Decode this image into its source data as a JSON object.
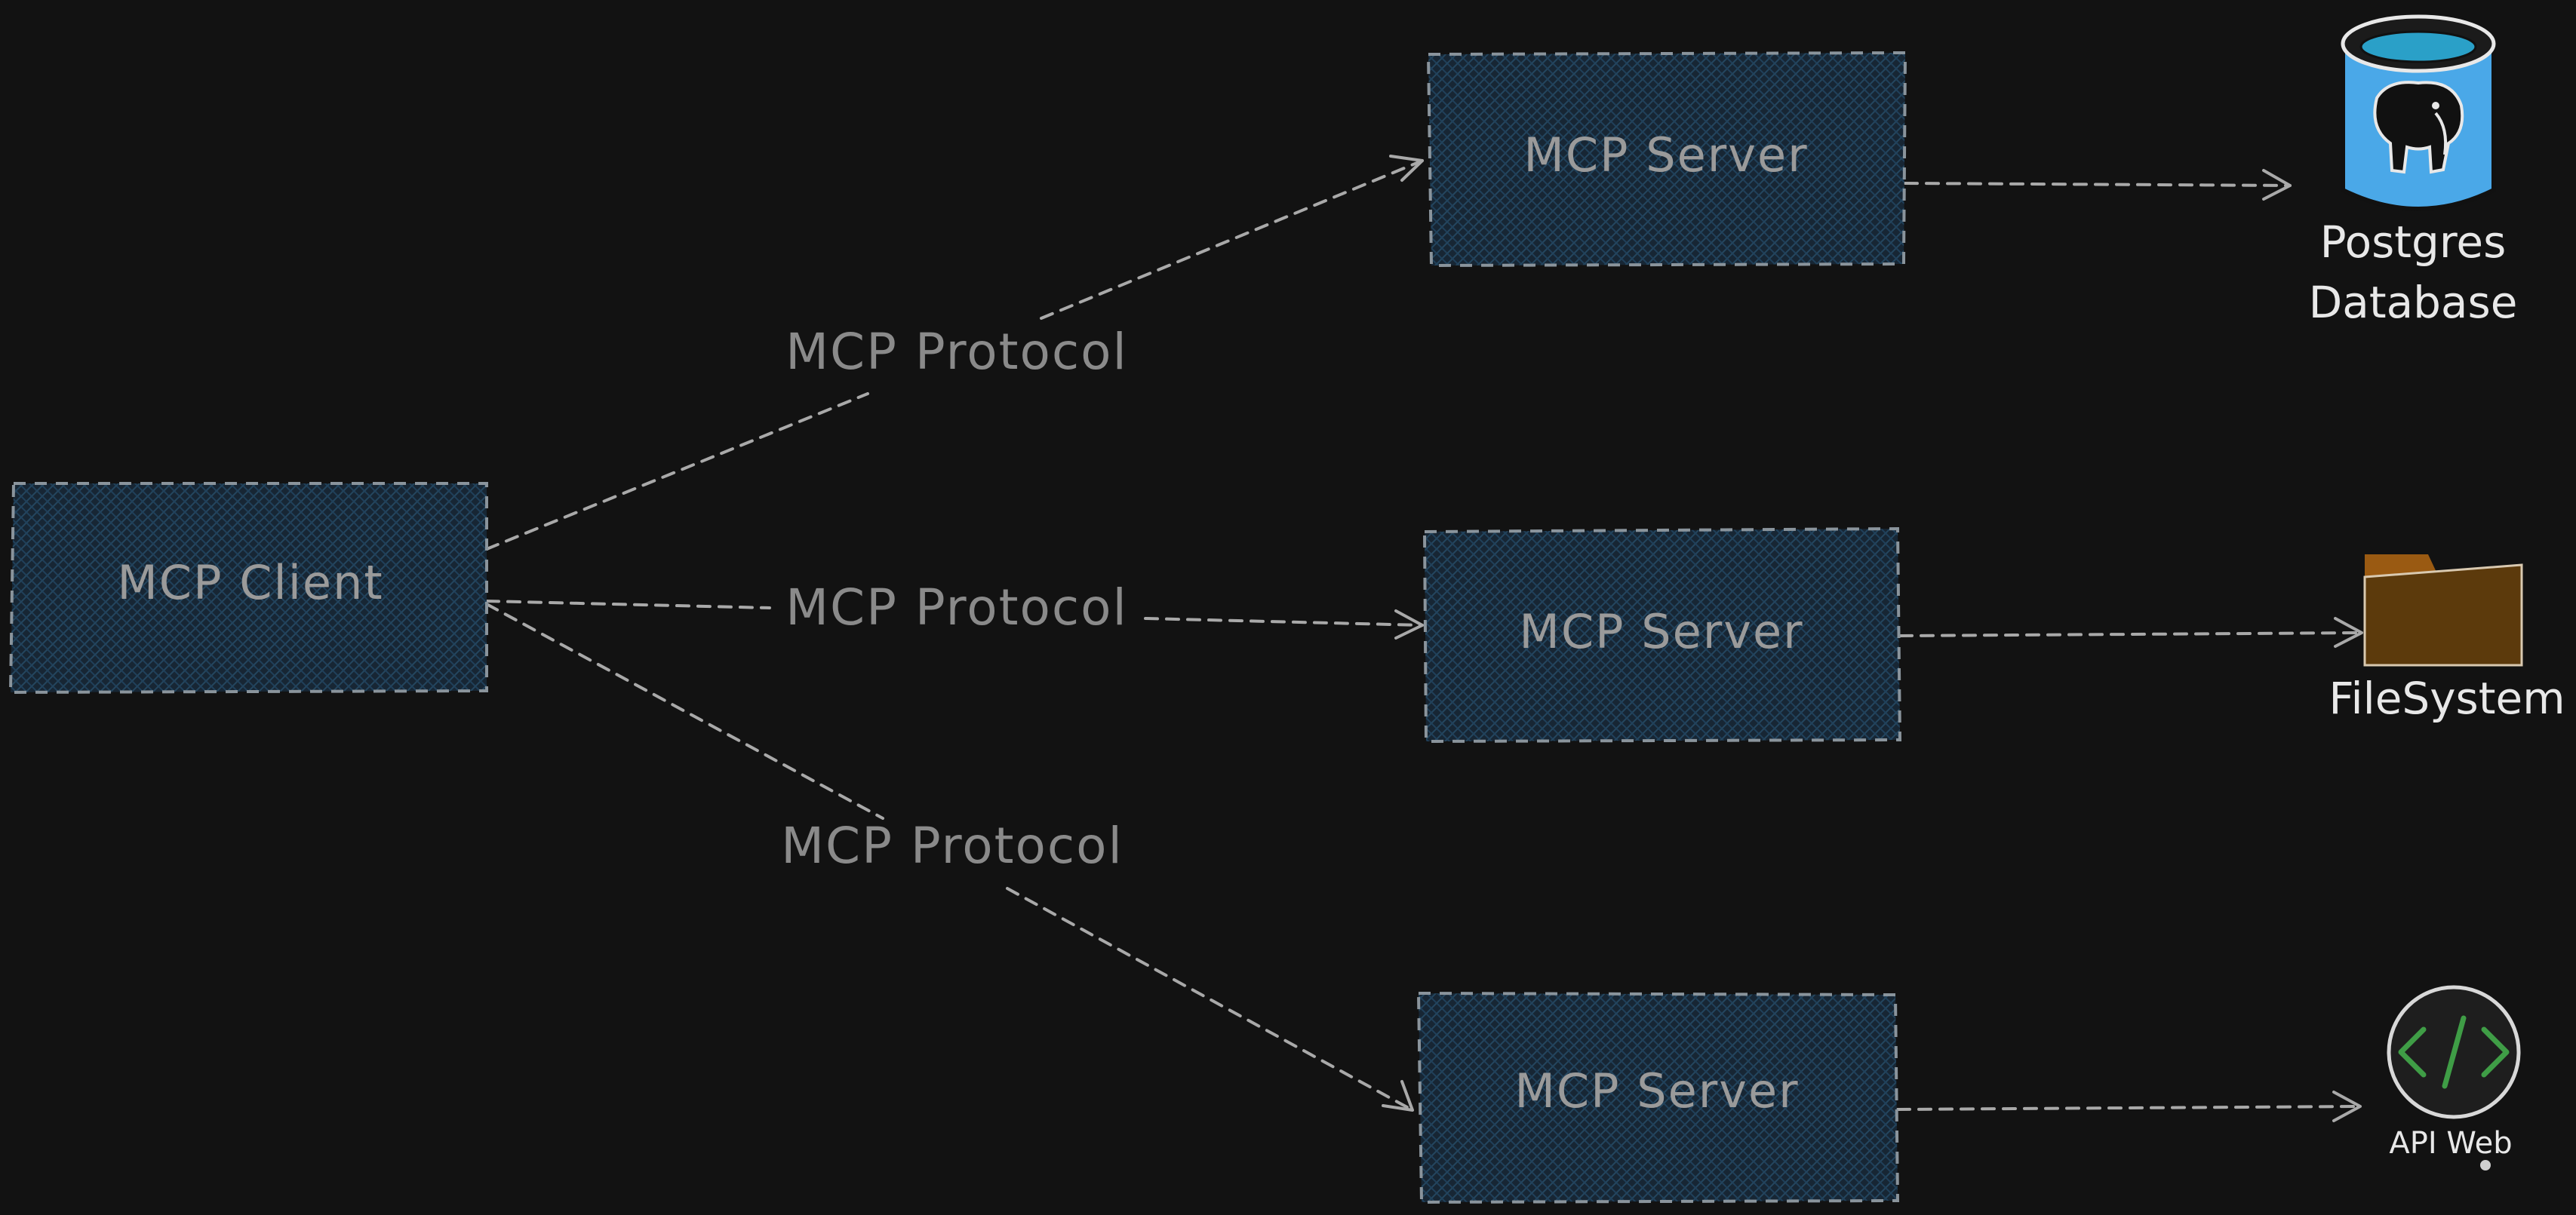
{
  "diagram": {
    "client": {
      "label": "MCP Client"
    },
    "servers": [
      {
        "label": "MCP Server"
      },
      {
        "label": "MCP Server"
      },
      {
        "label": "MCP Server"
      }
    ],
    "edges": [
      {
        "label": "MCP Protocol"
      },
      {
        "label": "MCP Protocol"
      },
      {
        "label": "MCP Protocol"
      }
    ],
    "resources": {
      "database": {
        "line1": "Postgres",
        "line2": "Database",
        "icon": "postgres-database-icon"
      },
      "filesystem": {
        "label": "FileSystem",
        "icon": "folder-icon"
      },
      "api": {
        "label": "API Web",
        "icon": "code-icon"
      }
    },
    "colors": {
      "background": "#121212",
      "box_fill": "#1c3346",
      "box_border": "#8a949c",
      "edge": "#a9a9a9",
      "database_blue": "#4aa8e8",
      "folder_brown": "#5c3a0c",
      "folder_tab": "#9a5a12",
      "code_green": "#3f9d46"
    }
  }
}
